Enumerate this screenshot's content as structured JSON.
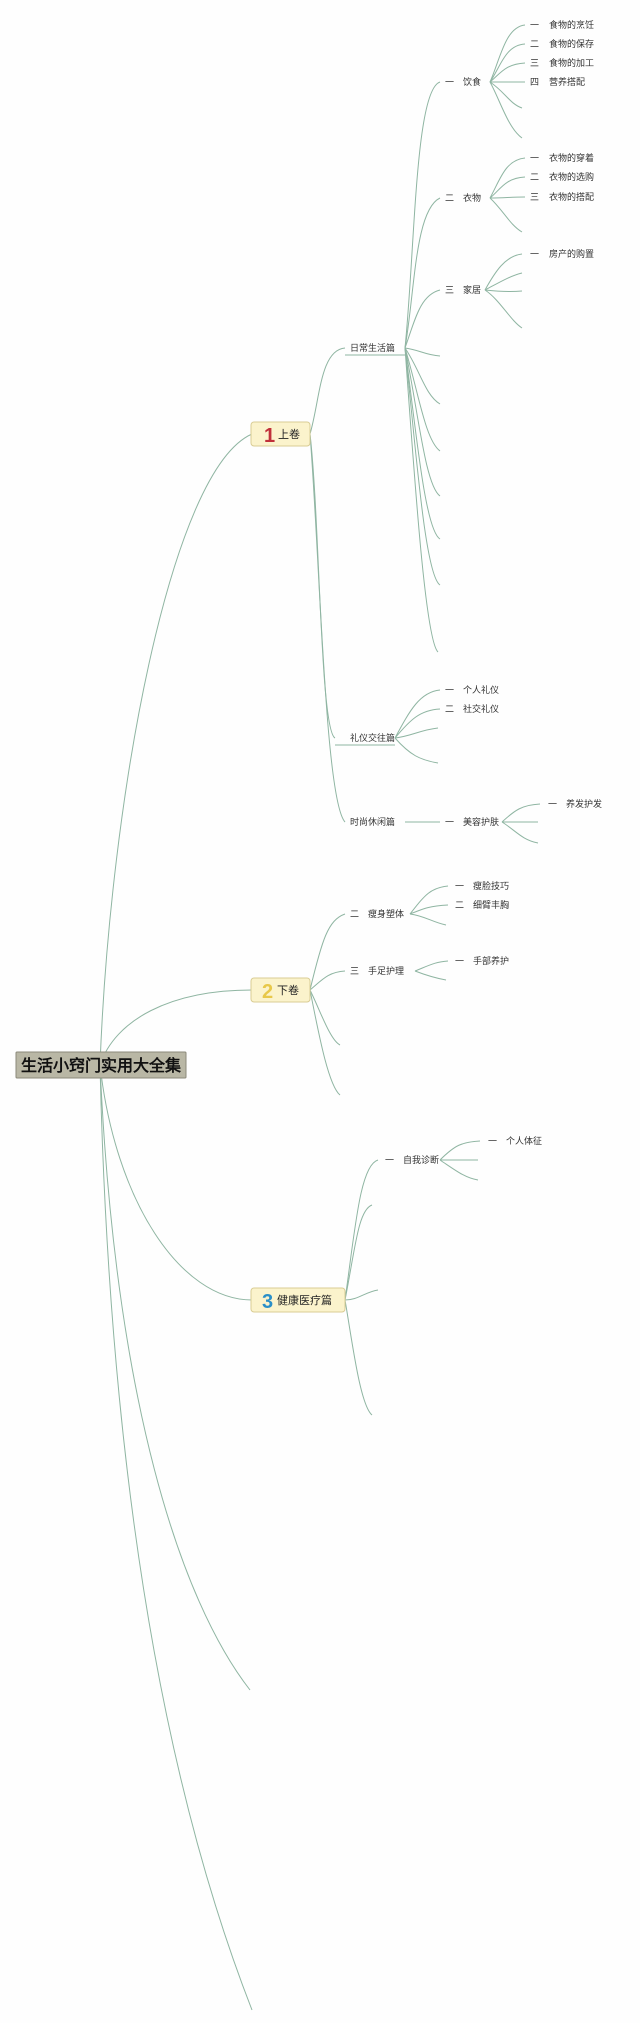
{
  "root": {
    "title": "生活小窍门实用大全集"
  },
  "volumes": [
    {
      "number": "1",
      "title": "上卷",
      "color": "#c0303a"
    },
    {
      "number": "2",
      "title": "下卷",
      "color": "#e8c84a"
    },
    {
      "number": "3",
      "title": "健康医疗篇",
      "color": "#2a8fc8"
    }
  ],
  "nodes": {
    "daily": "日常生活篇",
    "etiquette": "礼仪交往篇",
    "leisure": "时尚休闲篇",
    "diet_ord": "一",
    "diet": "饮食",
    "clothes_ord": "二",
    "clothes": "衣物",
    "home_ord": "三",
    "home": "家居",
    "diet_items": [
      {
        "ord": "一",
        "label": "食物的烹饪"
      },
      {
        "ord": "二",
        "label": "食物的保存"
      },
      {
        "ord": "三",
        "label": "食物的加工"
      },
      {
        "ord": "四",
        "label": "营养搭配"
      }
    ],
    "clothes_items": [
      {
        "ord": "一",
        "label": "衣物的穿着"
      },
      {
        "ord": "二",
        "label": "衣物的选购"
      },
      {
        "ord": "三",
        "label": "衣物的搭配"
      }
    ],
    "home_items": [
      {
        "ord": "一",
        "label": "房产的购置"
      }
    ],
    "etiquette_items": [
      {
        "ord": "一",
        "label": "个人礼仪"
      },
      {
        "ord": "二",
        "label": "社交礼仪"
      }
    ],
    "beauty_ord": "一",
    "beauty": "美容护肤",
    "hair_ord": "一",
    "hair": "养发护发",
    "slim_ord": "二",
    "slim": "瘦身塑体",
    "slim_items": [
      {
        "ord": "一",
        "label": "瘦脸技巧"
      },
      {
        "ord": "二",
        "label": "细臂丰胸"
      }
    ],
    "handfoot_ord": "三",
    "handfoot": "手足护理",
    "hand_ord": "一",
    "hand": "手部养护",
    "diag_ord": "一",
    "diag": "自我诊断",
    "body_ord": "一",
    "body": "个人体征"
  }
}
